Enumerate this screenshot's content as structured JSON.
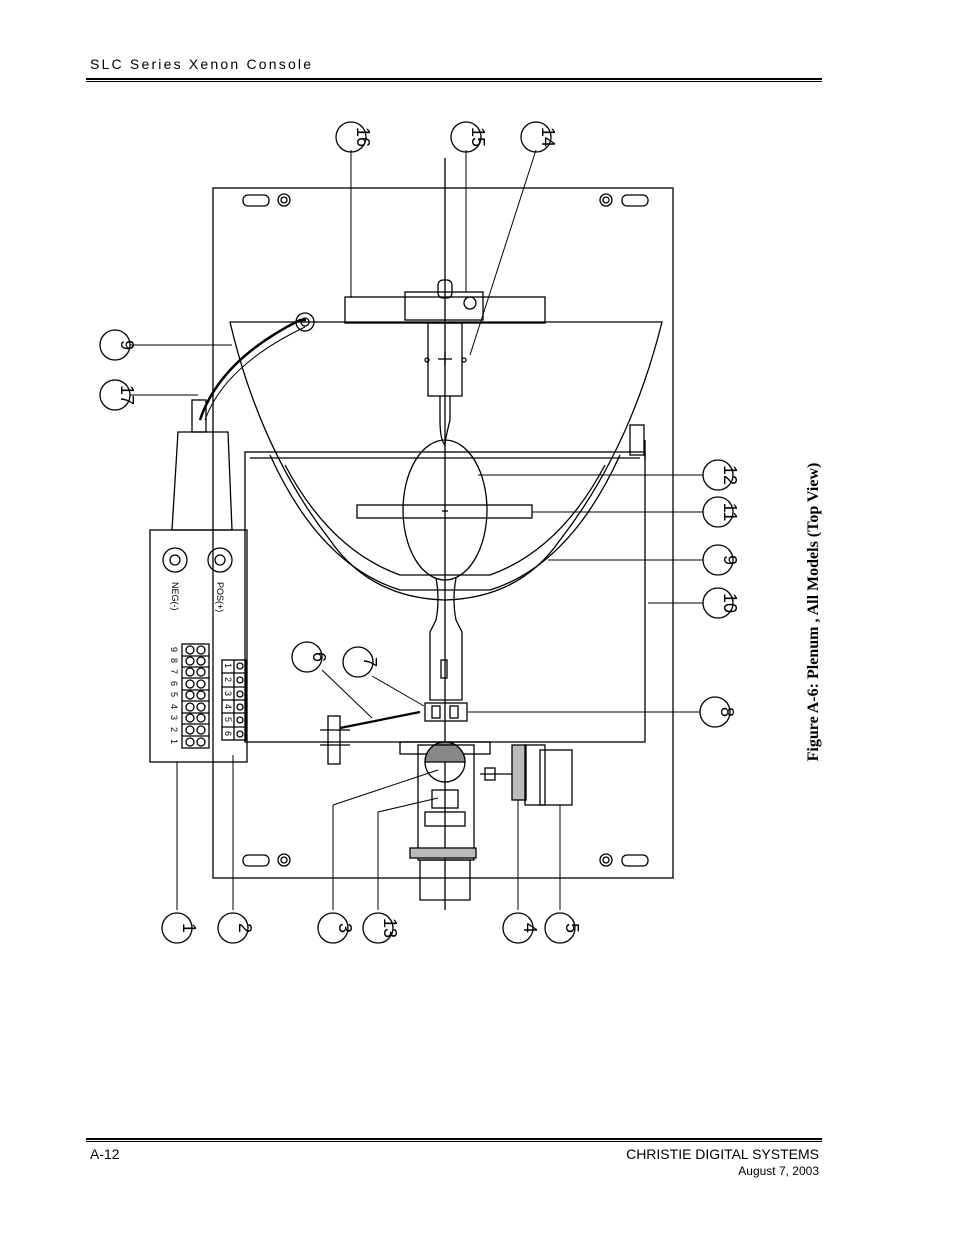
{
  "header": {
    "title": "SLC Series Xenon Console"
  },
  "footer": {
    "page": "A-12",
    "company": "CHRISTIE DIGITAL SYSTEMS",
    "date": "August 7, 2003"
  },
  "figure": {
    "caption": "Figure A-6:  Plenum , All Models (Top View)",
    "labels": {
      "neg": "NEG(-)",
      "pos": "POS(+)"
    },
    "terminals": [
      "9",
      "8",
      "7",
      "6",
      "5",
      "4",
      "3",
      "2",
      "1"
    ],
    "connector": [
      "1",
      "2",
      "3",
      "4",
      "5",
      "6"
    ],
    "callouts": [
      "16",
      "15",
      "14",
      "9",
      "17",
      "12",
      "11",
      "9",
      "10",
      "6",
      "7",
      "8",
      "1",
      "2",
      "3",
      "13",
      "4",
      "5"
    ]
  }
}
